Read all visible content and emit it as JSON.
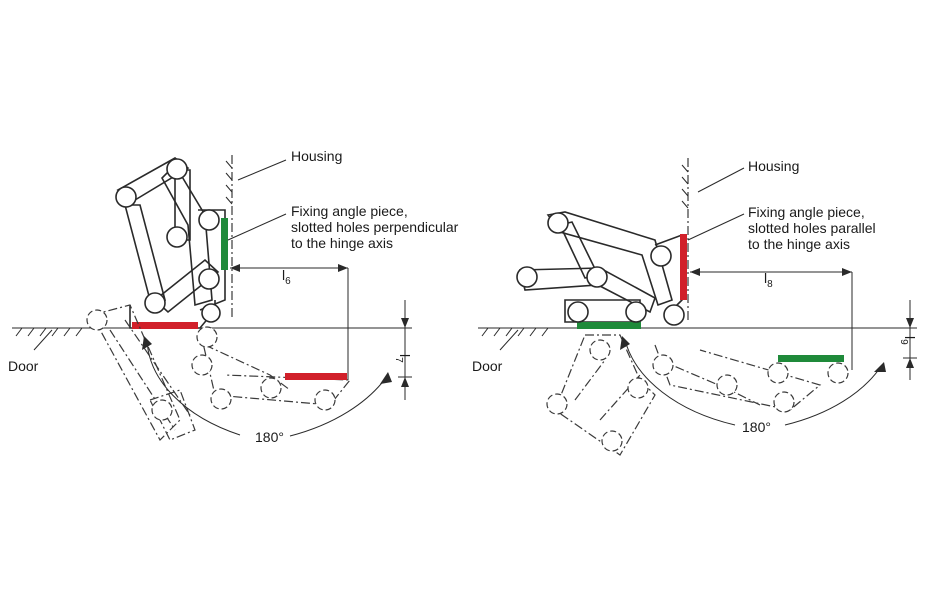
{
  "left_figure": {
    "housing_label": "Housing",
    "fixing_label_lines": [
      "Fixing angle piece,",
      "slotted holes perpendicular",
      "to the hinge axis"
    ],
    "horizontal_dim": {
      "letter": "l",
      "sub": "6"
    },
    "vertical_dim": {
      "letter": "l",
      "sub": "7"
    },
    "door_label": "Door",
    "angle_label": "180°",
    "housing_plate_color": "#1f8a3a",
    "door_plate_color": "#d1202a",
    "open_plate_color": "#d1202a"
  },
  "right_figure": {
    "housing_label": "Housing",
    "fixing_label_lines": [
      "Fixing angle piece,",
      "slotted holes parallel",
      "to the hinge axis"
    ],
    "horizontal_dim": {
      "letter": "l",
      "sub": "8"
    },
    "vertical_dim": {
      "letter": "l",
      "sub": "9"
    },
    "door_label": "Door",
    "angle_label": "180°",
    "housing_plate_color": "#d1202a",
    "door_plate_color": "#1f8a3a",
    "open_plate_color": "#1f8a3a"
  }
}
